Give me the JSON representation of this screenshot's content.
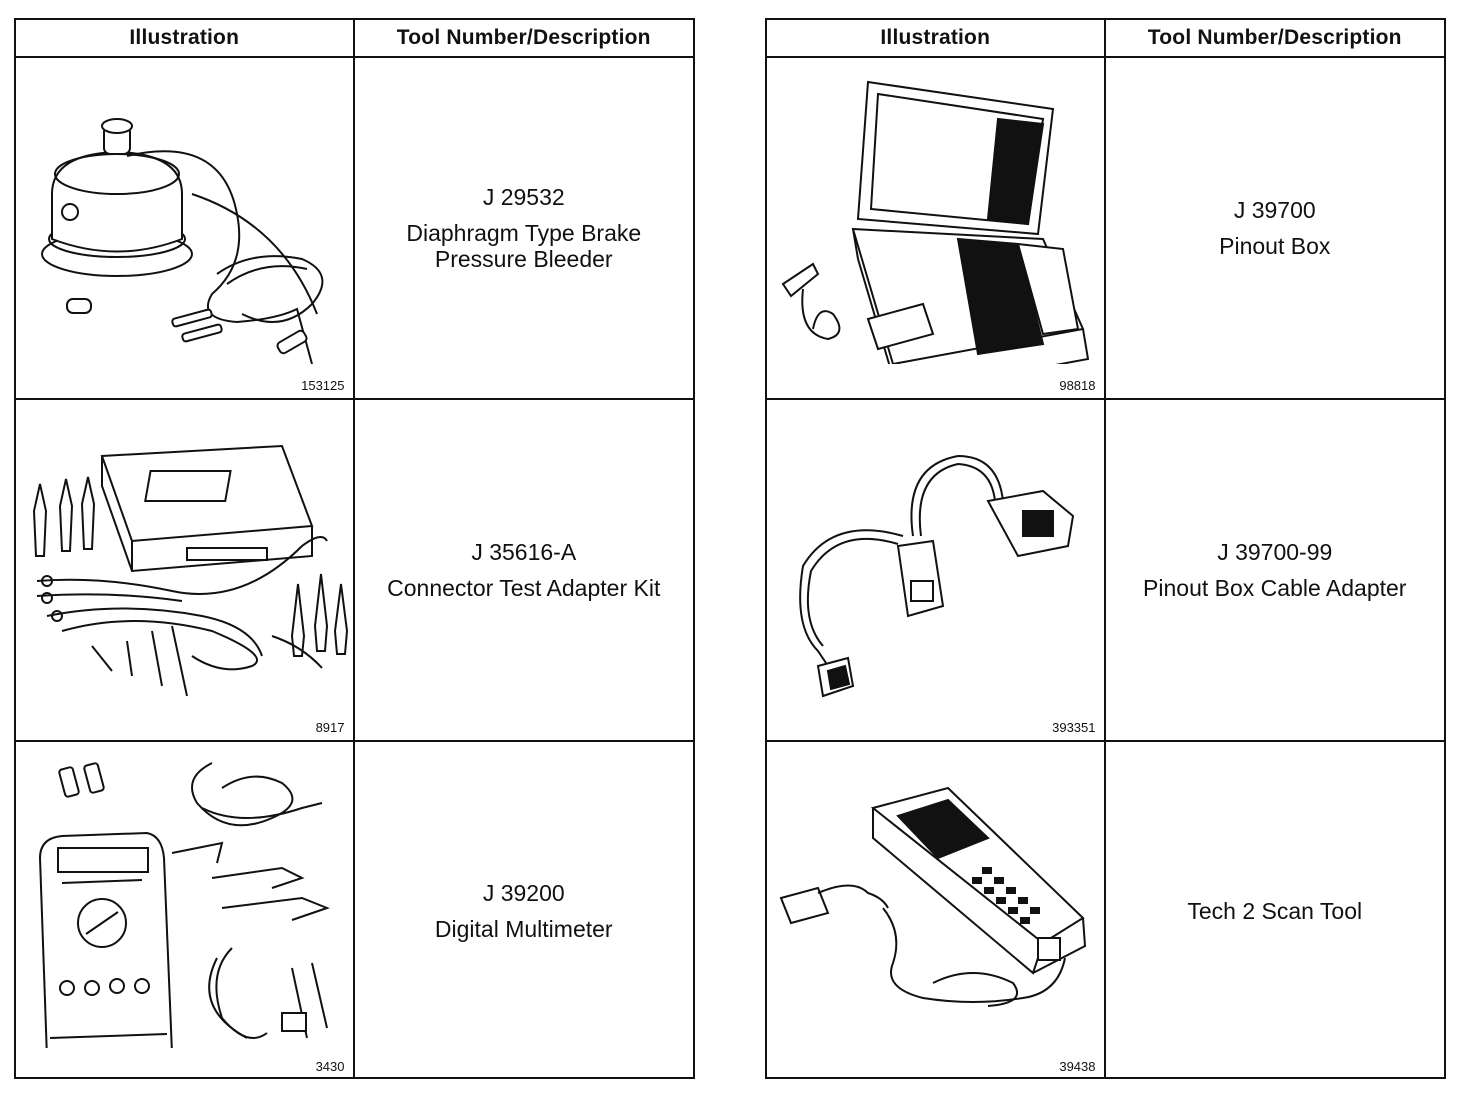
{
  "headers": {
    "illustration": "Illustration",
    "tool": "Tool Number/Description"
  },
  "left": [
    {
      "fig": "153125",
      "number": "J 29532",
      "desc1": "Diaphragm Type Brake",
      "desc2": "Pressure Bleeder",
      "icon": "brake-bleeder-icon"
    },
    {
      "fig": "8917",
      "number": "J 35616-A",
      "desc1": "Connector Test Adapter Kit",
      "desc2": "",
      "icon": "adapter-kit-icon"
    },
    {
      "fig": "3430",
      "number": "J 39200",
      "desc1": "Digital Multimeter",
      "desc2": "",
      "icon": "multimeter-icon"
    }
  ],
  "right": [
    {
      "fig": "98818",
      "number": "J 39700",
      "desc1": "Pinout Box",
      "desc2": "",
      "icon": "pinout-box-icon"
    },
    {
      "fig": "393351",
      "number": "J 39700-99",
      "desc1": "Pinout Box Cable Adapter",
      "desc2": "",
      "icon": "cable-adapter-icon"
    },
    {
      "fig": "39438",
      "number": "",
      "desc1": "Tech 2 Scan Tool",
      "desc2": "",
      "icon": "scan-tool-icon"
    }
  ]
}
